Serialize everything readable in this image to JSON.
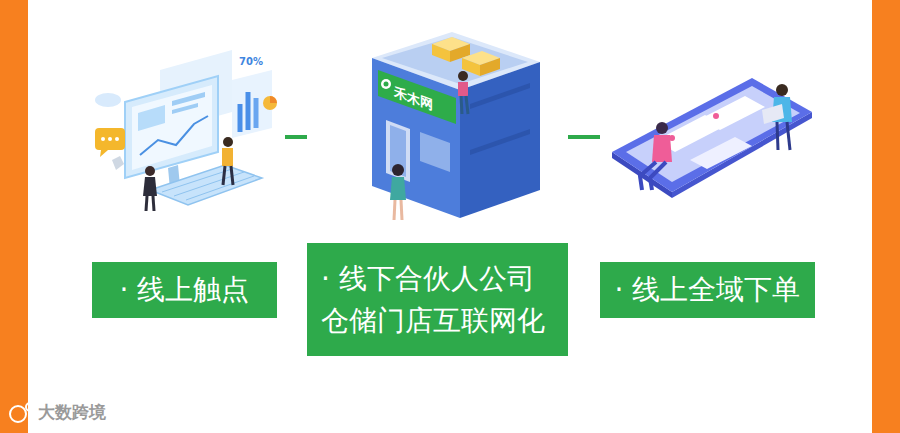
{
  "diagram": {
    "nodes": [
      {
        "text": [
          "· 线上触点"
        ]
      },
      {
        "text": [
          "· 线下合伙人公司 仓储门店互联网化"
        ]
      },
      {
        "text": [
          "· 线上全域下单"
        ]
      }
    ],
    "edges": [
      {
        "from": 0,
        "to": 1,
        "arrow": "none"
      },
      {
        "from": 1,
        "to": 2,
        "arrow": "none"
      }
    ],
    "labels": [
      "70%",
      "禾木网",
      "大数跨境"
    ]
  }
}
